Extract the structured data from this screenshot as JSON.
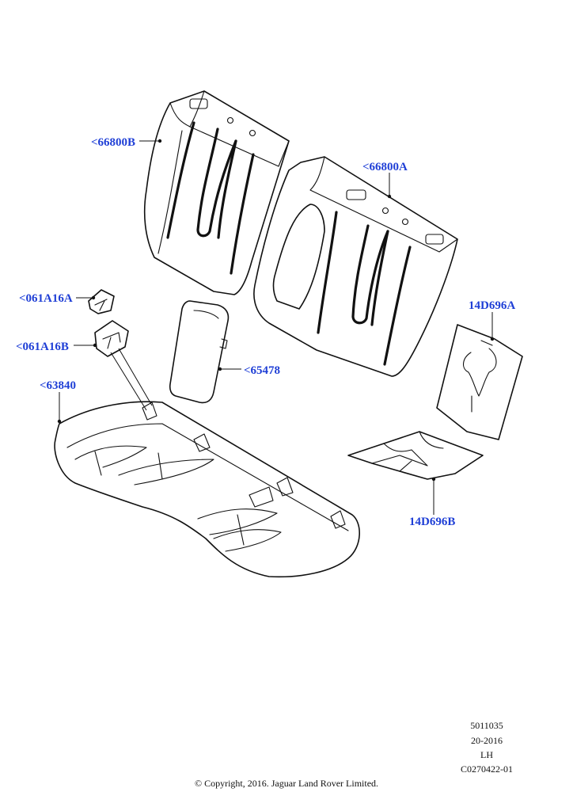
{
  "callouts": {
    "c1": "<66800B",
    "c2": "<66800A",
    "c3": "<061A16A",
    "c4": "<061A16B",
    "c5": "<65478",
    "c6": "<63840",
    "c7": "14D696A",
    "c8": "14D696B"
  },
  "meta": {
    "line1": "5011035",
    "line2": "20-2016",
    "line3": "LH",
    "line4": "C0270422-01"
  },
  "copyright": "© Copyright, 2016. Jaguar Land Rover Limited.",
  "colors": {
    "callout": "#1f3fd6",
    "line": "#111111"
  }
}
